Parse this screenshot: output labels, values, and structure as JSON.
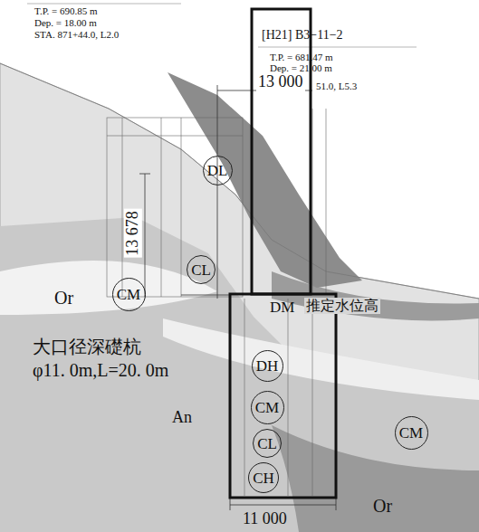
{
  "diagram": {
    "nodes": [
      {
        "text": [
          "DL"
        ]
      },
      {
        "text": [
          "CL"
        ]
      },
      {
        "text": [
          "CM"
        ]
      },
      {
        "text": [
          "DH"
        ]
      },
      {
        "text": [
          "CM"
        ]
      },
      {
        "text": [
          "CL"
        ]
      },
      {
        "text": [
          "CM"
        ]
      },
      {
        "text": [
          "CH"
        ]
      }
    ],
    "labels": [
      "T.P. = 690.85 m",
      "Dep. = 18.00 m",
      "STA. 871+44.0, L2.0",
      "[H21] B3−11−2",
      "T.P. = 681.47 m",
      "Dep. = 21.00 m",
      "13 000",
      "51.0, L5.3",
      "13 678",
      "Or",
      "DM",
      "推定水位高",
      "大口径深礎杭",
      "φ11. 0m,L=20. 0m",
      "An",
      "Or",
      "11 000"
    ]
  }
}
